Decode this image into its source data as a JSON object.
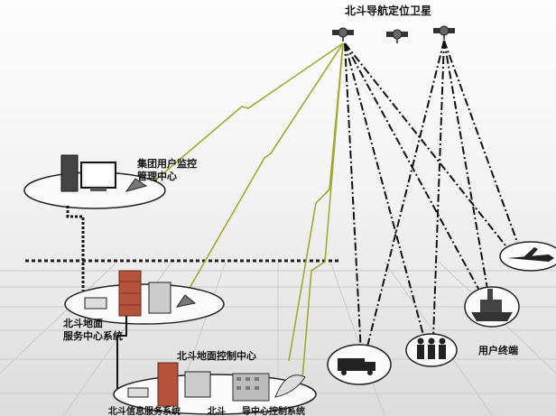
{
  "labels": {
    "satellite_system": "北斗导航定位卫星",
    "group_monitor_center": "集团用户监控\n管理中心",
    "ground_service_center": "北斗地面\n服务中心系统",
    "ground_control_center": "北斗地面控制中心",
    "user_terminals": "用户终端",
    "bottom_left": "北斗信息服务系统",
    "bottom_mid": "北斗",
    "bottom_right": "导中心控制系统"
  }
}
